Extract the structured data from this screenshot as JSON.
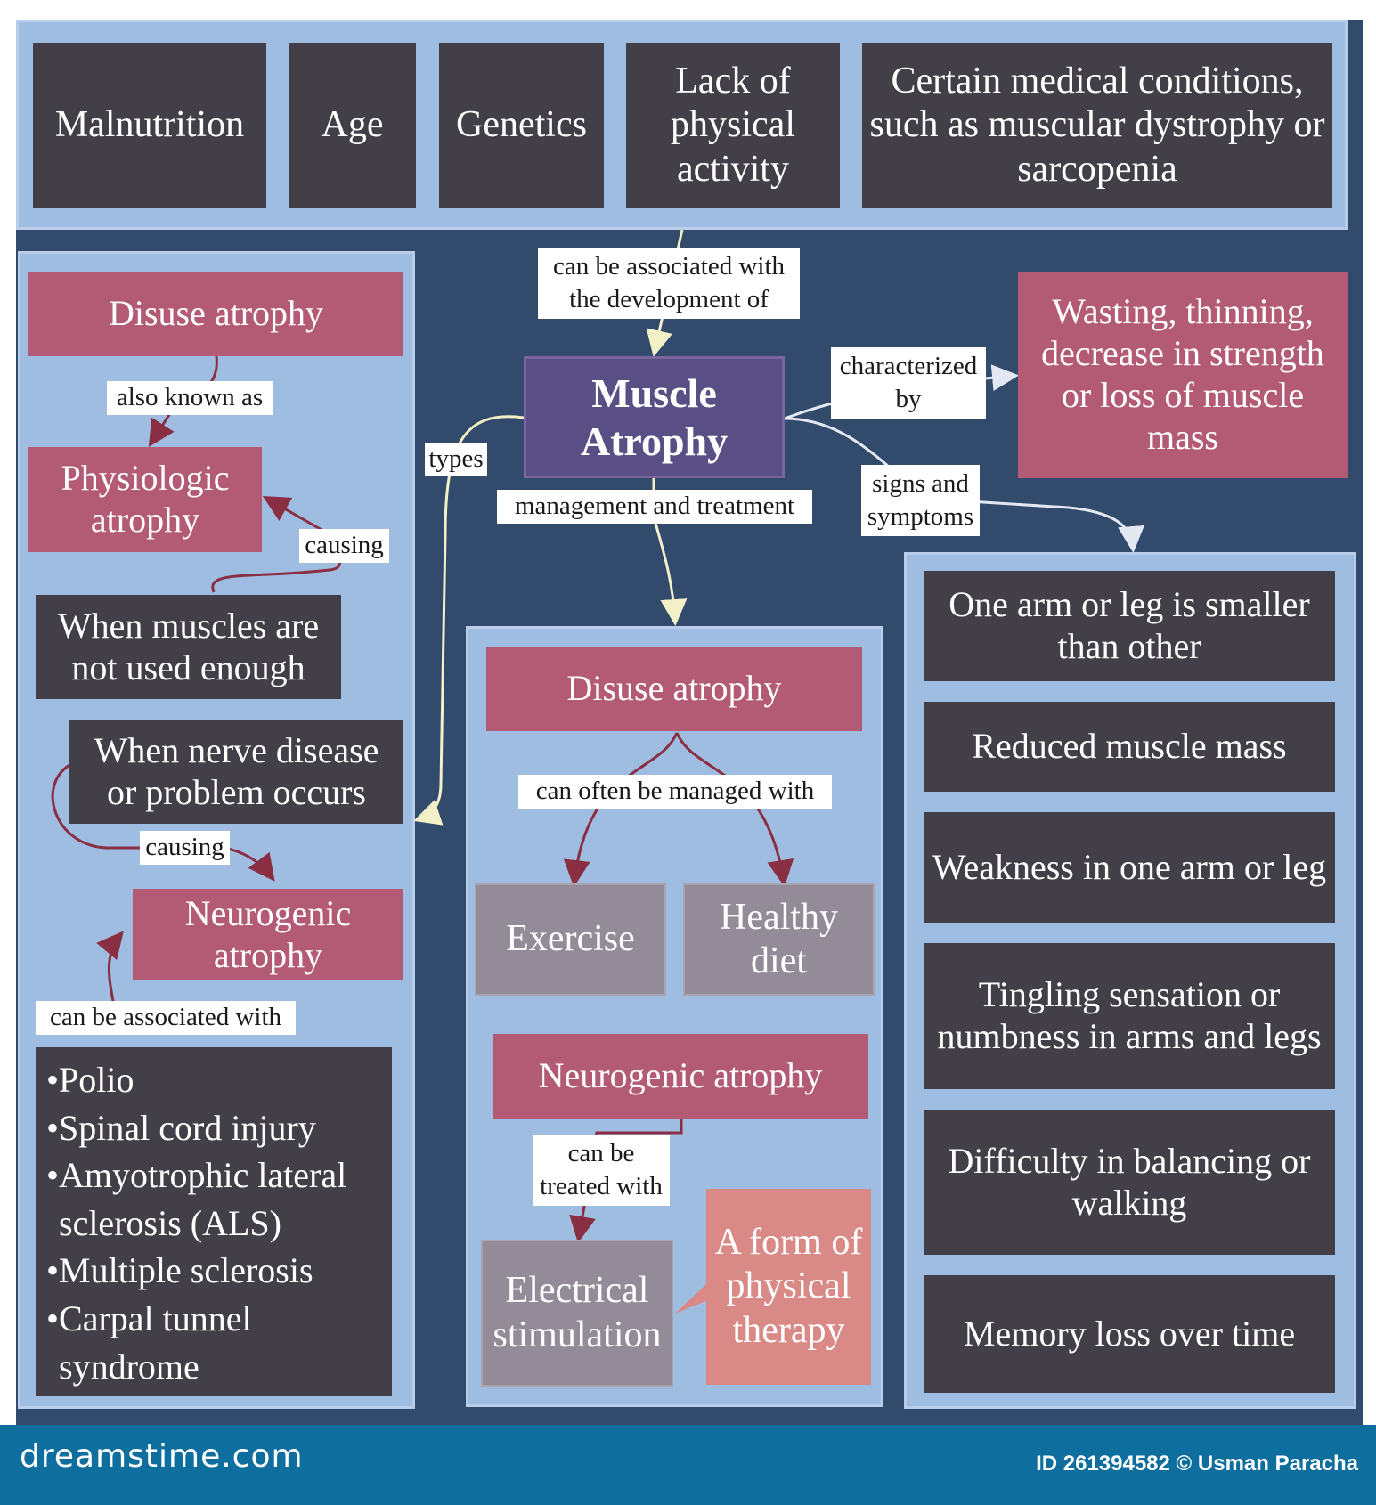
{
  "causes": {
    "malnutrition": "Malnutrition",
    "age": "Age",
    "genetics": "Genetics",
    "inactivity": "Lack of physical activity",
    "conditions": "Certain medical conditions, such as muscular dystrophy or sarcopenia"
  },
  "center": {
    "title": "Muscle Atrophy",
    "link_causes": "can be associated with the development of",
    "link_types": "types",
    "link_management": "management and treatment",
    "link_characterized": "characterized by",
    "link_signs": "signs and symptoms"
  },
  "characterization": "Wasting, thinning, decrease in strength or loss of muscle mass",
  "types": {
    "disuse": "Disuse atrophy",
    "also_known_as": "also known as",
    "physiologic": "Physiologic atrophy",
    "causing_1": "causing",
    "not_used": "When muscles are not used enough",
    "nerve": "When nerve disease or problem occurs",
    "causing_2": "causing",
    "neurogenic": "Neurogenic atrophy",
    "associated_with": "can be associated with",
    "conditions": [
      "Polio",
      "Spinal cord injury",
      "Amyotrophic lateral sclerosis (ALS)",
      "Multiple sclerosis",
      "Carpal tunnel syndrome"
    ]
  },
  "management": {
    "disuse": "Disuse atrophy",
    "managed_with": "can often be managed with",
    "exercise": "Exercise",
    "diet": "Healthy diet",
    "neurogenic": "Neurogenic atrophy",
    "treated_with": "can be treated with",
    "electrical": "Electrical stimulation",
    "physical_therapy": "A form of physical therapy"
  },
  "symptoms": [
    "One arm or leg is smaller than other",
    "Reduced muscle mass",
    "Weakness in one arm or leg",
    "Tingling sensation or numbness in arms and legs",
    "Difficulty in balancing or walking",
    "Memory loss over time"
  ],
  "footer": {
    "brand": "dreamstime.com",
    "credit": "ID 261394582 © Usman Paracha"
  },
  "colors": {
    "background": "#324a6b",
    "panel": "#9fbde0",
    "dark_box": "#433f48",
    "pink_box": "#b35b74",
    "center_box": "#5a4f84",
    "grey_box": "#948b98",
    "salmon_box": "#da8a86",
    "footer": "#0e6e9e",
    "arrow_light": "#f3f0c8",
    "arrow_red": "#8a2e44"
  }
}
